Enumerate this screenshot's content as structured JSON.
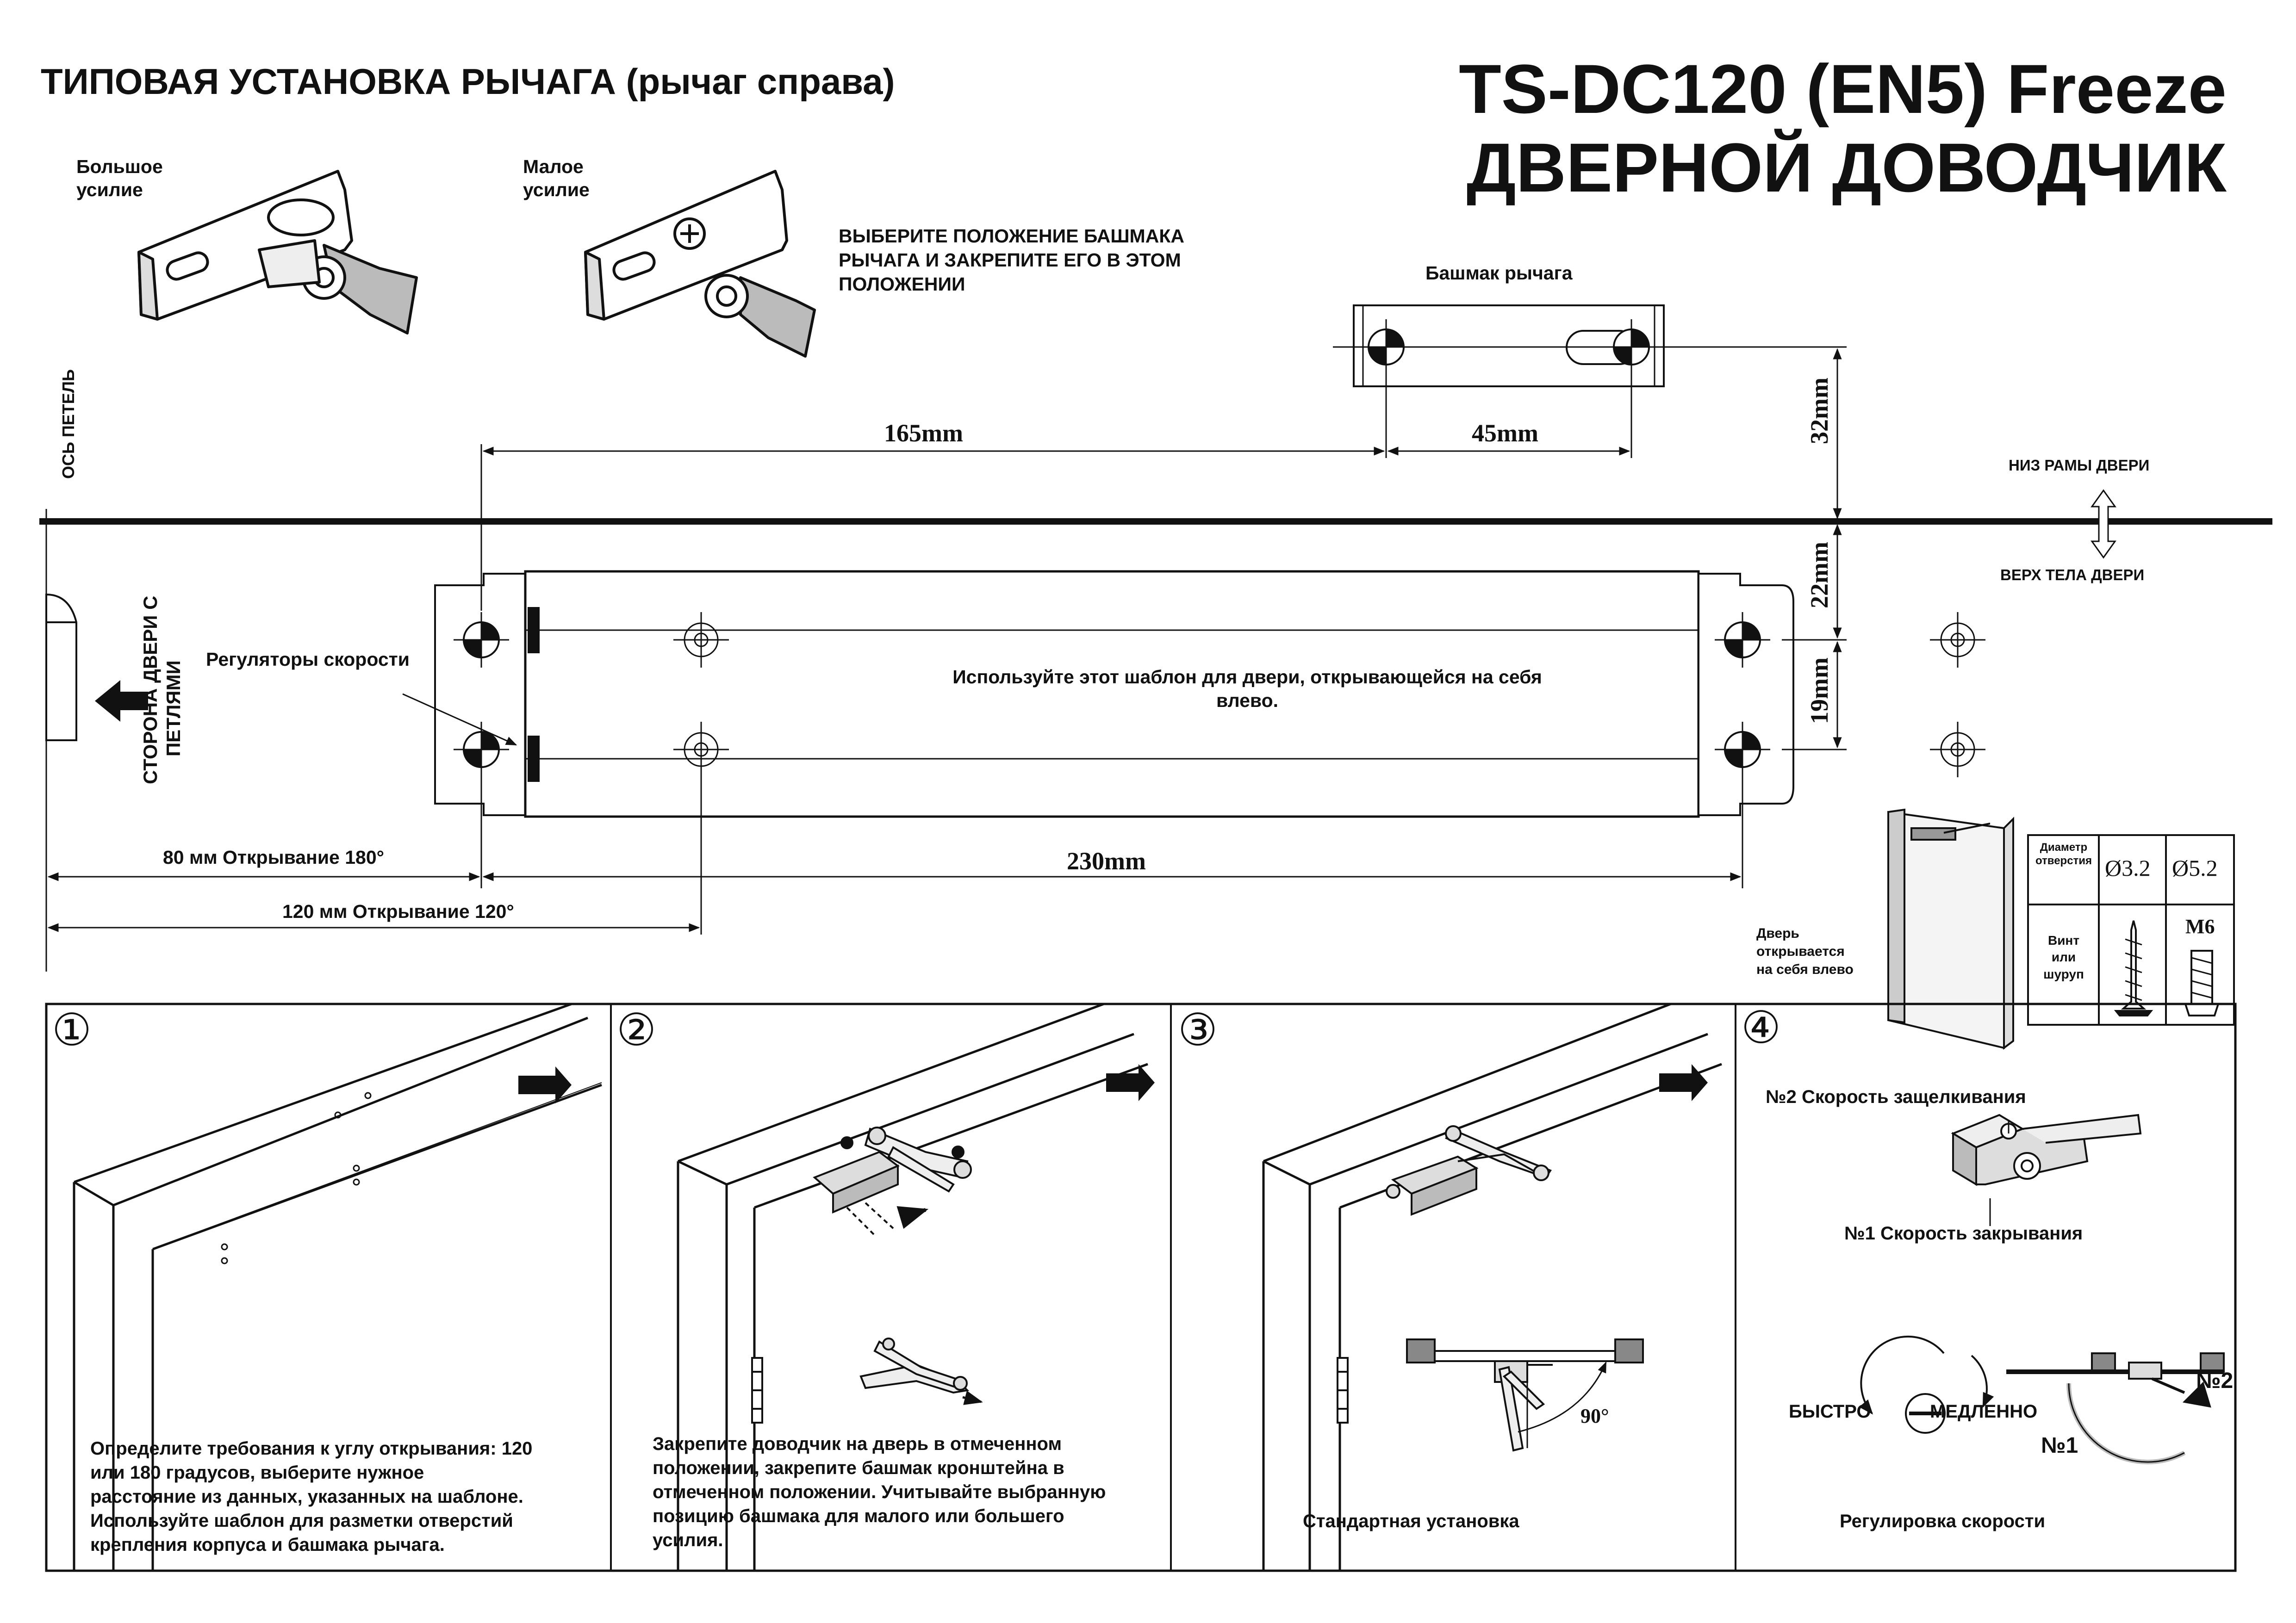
{
  "header": {
    "title_left": "ТИПОВАЯ УСТАНОВКА РЫЧАГА (рычаг справа)",
    "title_right_line1": "TS-DC120 (EN5) Freeze",
    "title_right_line2": "ДВЕРНОЙ ДОВОДЧИК"
  },
  "force": {
    "big_line1": "Большое",
    "big_line2": "усилие",
    "small_line1": "Малое",
    "small_line2": "усилие",
    "instruction": [
      "ВЫБЕРИТЕ ПОЛОЖЕНИЕ БАШМАКА",
      "РЫЧАГА И ЗАКРЕПИТЕ ЕГО В ЭТОМ",
      "ПОЛОЖЕНИИ"
    ]
  },
  "template": {
    "shoe_label": "Башмак рычага",
    "hinge_axis": "ОСЬ ПЕТЕЛЬ",
    "hinge_side": [
      "СТОРОНА ДВЕРИ С",
      "ПЕТЛЯМИ"
    ],
    "frame_bottom": "НИЗ РАМЫ ДВЕРИ",
    "door_top": "ВЕРХ ТЕЛА ДВЕРИ",
    "speed_regulators": "Регуляторы скорости",
    "use_template": [
      "Используйте этот шаблон для двери, открывающейся на себя",
      "влево."
    ],
    "dim_165": "165mm",
    "dim_45": "45mm",
    "dim_32": "32mm",
    "dim_22": "22mm",
    "dim_19": "19mm",
    "dim_230": "230mm",
    "open_180": "80 мм   Открывание 180°",
    "open_120": "120 мм   Открывание 120°"
  },
  "door_info": {
    "label": [
      "Дверь",
      "открывается",
      "на себя влево"
    ]
  },
  "screw_table": {
    "header": [
      "Диаметр",
      "отверстия"
    ],
    "d1": "Ø3.2",
    "d2": "Ø5.2",
    "row_label": [
      "Винт",
      "или",
      "шуруп"
    ],
    "m6": "M6"
  },
  "steps": [
    {
      "num": "①",
      "text": [
        "Определите требования к углу открывания: 120",
        "или 180 градусов, выберите нужное",
        "расстояние из данных, указанных на шаблоне.",
        "Используйте шаблон для разметки отверстий",
        "крепления корпуса и башмака рычага."
      ]
    },
    {
      "num": "②",
      "text": [
        "Закрепите доводчик на дверь в отмеченном",
        "положении, закрепите башмак кронштейна в",
        "отмеченном положении. Учитывайте выбранную",
        "позицию башмака для малого или большего",
        "усилия."
      ]
    },
    {
      "num": "③",
      "caption": "Стандартная установка",
      "angle": "90°"
    },
    {
      "num": "④",
      "caption": "Регулировка скорости",
      "speed2": "№2 Скорость защелкивания",
      "speed1": "№1 Скорость закрывания",
      "fast": "БЫСТРО",
      "slow": "МЕДЛЕННО",
      "n1": "№1",
      "n2": "№2"
    }
  ]
}
